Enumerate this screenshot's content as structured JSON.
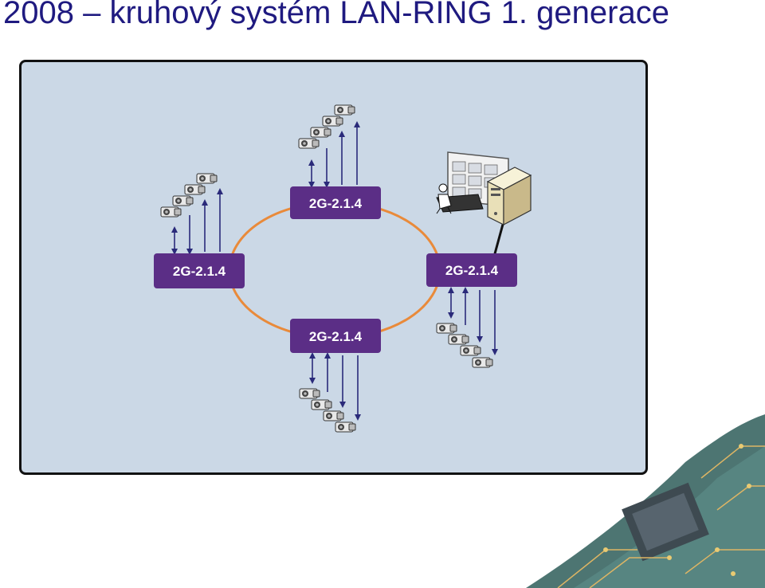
{
  "slide": {
    "title": "2008 – kruhový systém LAN-RING 1. generace"
  },
  "diagram": {
    "nodes": [
      {
        "id": "top",
        "label": "2G-2.1.4"
      },
      {
        "id": "left",
        "label": "2G-2.1.4"
      },
      {
        "id": "right",
        "label": "2G-2.1.4"
      },
      {
        "id": "bottom",
        "label": "2G-2.1.4"
      }
    ],
    "colors": {
      "panel": "#cbd8e6",
      "ring": "#e98a3a",
      "node": "#5b2e86",
      "arrow": "#2a2a7a",
      "title": "#1f1a80"
    }
  }
}
